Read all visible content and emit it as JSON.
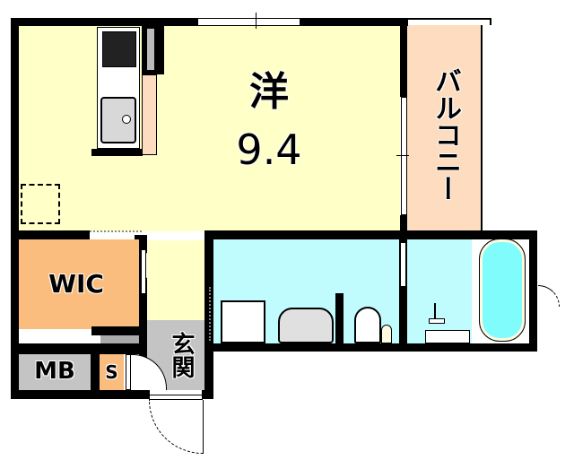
{
  "floorplan": {
    "rooms": {
      "western_room": {
        "label": "洋",
        "size": "9.4",
        "color": "#ffffc8"
      },
      "balcony": {
        "label": "バルコニー",
        "color": "#fddcbf"
      },
      "wic": {
        "label": "WIC",
        "color": "#fbbd7d"
      },
      "mb": {
        "label": "MB",
        "color": "#c4c4c4"
      },
      "storage": {
        "label": "S",
        "color": "#fbbd7d"
      },
      "entrance": {
        "label": "玄関",
        "color": "#c4c4c4"
      },
      "washroom": {
        "label": "",
        "color": "#c0fbfd"
      },
      "bathroom": {
        "label": "",
        "color": "#c0fbfd"
      }
    },
    "fixtures": [
      "kitchen-stove",
      "kitchen-sink",
      "refrigerator-space",
      "washing-machine",
      "washbasin",
      "toilet",
      "bathtub",
      "shower"
    ]
  }
}
